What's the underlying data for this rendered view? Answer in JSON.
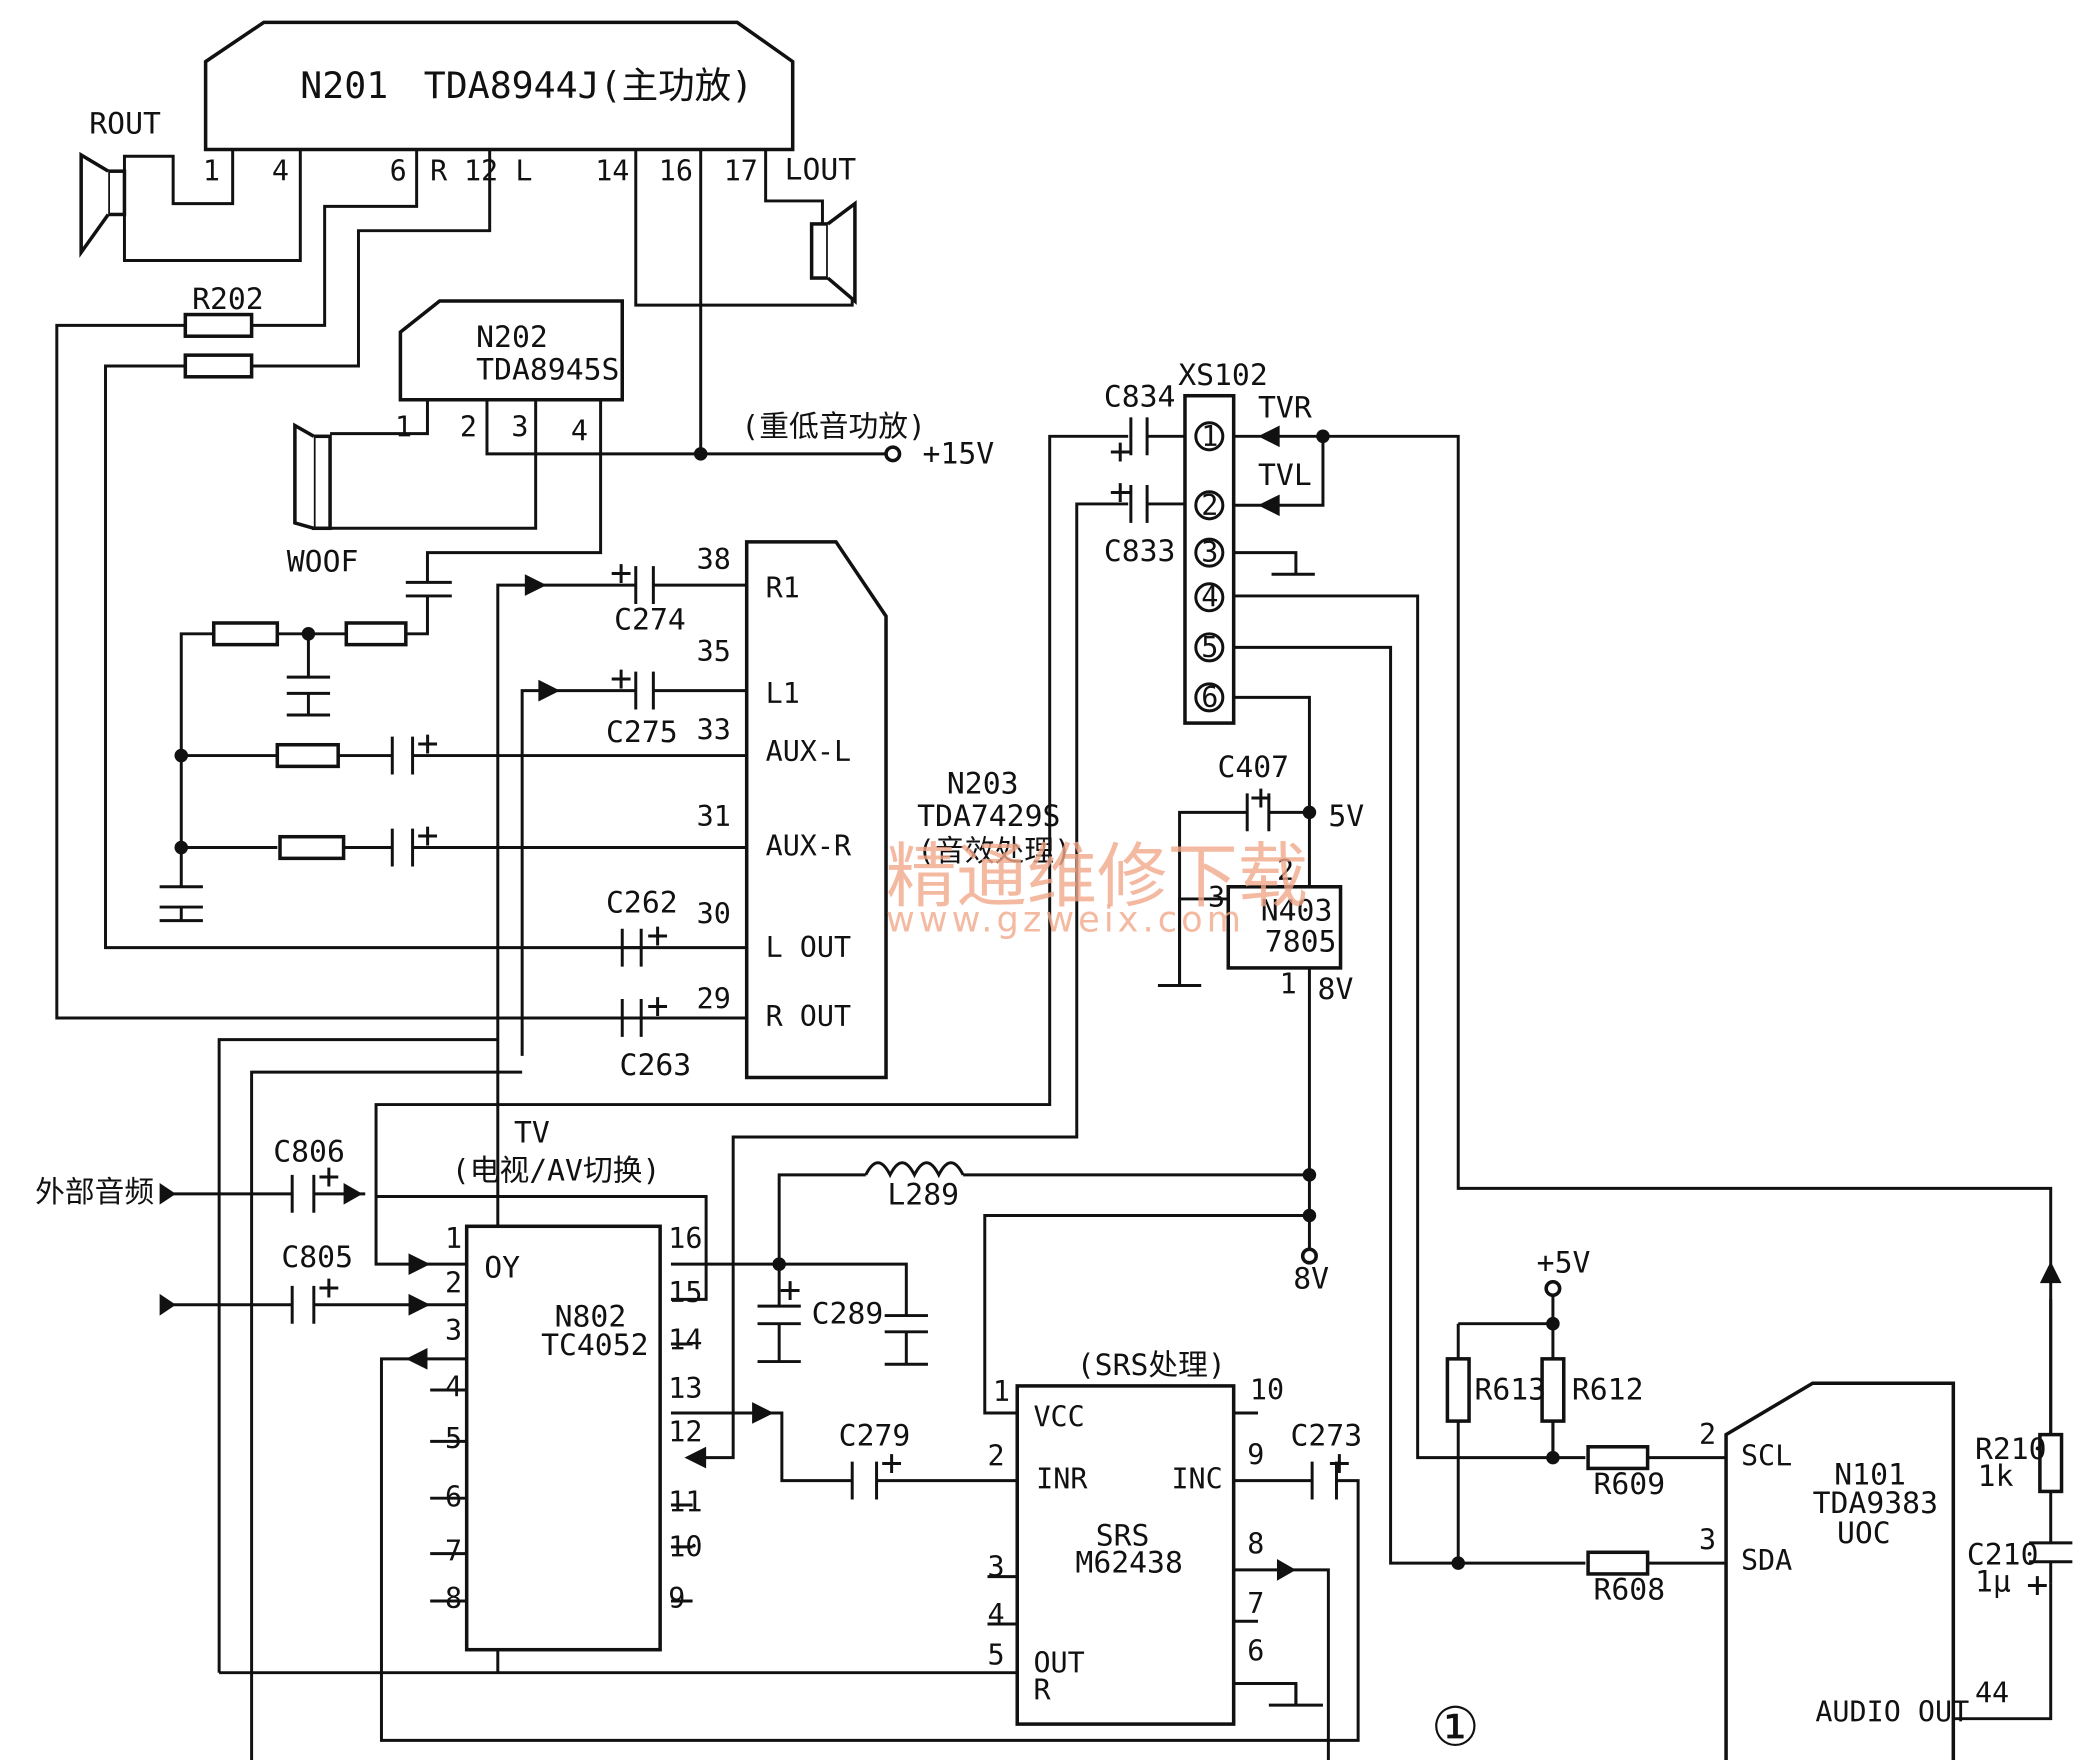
{
  "chips": {
    "n201": {
      "ref": "N201",
      "part": "TDA8944J",
      "desc": "(主功放)",
      "pins": [
        "1",
        "4",
        "6",
        "R",
        "12",
        "L",
        "14",
        "16",
        "17"
      ]
    },
    "n202": {
      "ref": "N202",
      "part": "TDA8945S",
      "pins": [
        "1",
        "2",
        "3",
        "4"
      ]
    },
    "n203": {
      "ref": "N203",
      "part": "TDA7429S",
      "desc": "(音效处理)",
      "pins": [
        {
          "num": "38",
          "label": "R1"
        },
        {
          "num": "35",
          "label": "L1"
        },
        {
          "num": "33",
          "label": "AUX-L"
        },
        {
          "num": "31",
          "label": "AUX-R"
        },
        {
          "num": "30",
          "label": "L OUT"
        },
        {
          "num": "29",
          "label": "R OUT"
        }
      ]
    },
    "n802": {
      "ref": "N802",
      "part": "TC4052",
      "pin_label": "OY",
      "left_pins": [
        "1",
        "2",
        "3",
        "4",
        "5",
        "6",
        "7",
        "8"
      ],
      "right_pins": [
        "16",
        "15",
        "14",
        "13",
        "12",
        "11",
        "10",
        "9"
      ]
    },
    "srs": {
      "ref": "SRS",
      "part": "M62438",
      "desc": "(SRS处理)",
      "labels": [
        "VCC",
        "INR",
        "INC",
        "OUT",
        "R"
      ],
      "pins": [
        "1",
        "2",
        "3",
        "4",
        "5",
        "10",
        "9",
        "8",
        "7",
        "6"
      ]
    },
    "n403": {
      "ref": "N403",
      "part": "7805",
      "pins": [
        "1",
        "2",
        "3"
      ]
    },
    "n101": {
      "ref": "N101",
      "part": "TDA9383",
      "desc": "UOC",
      "labels": [
        "SCL",
        "SDA",
        "AUDIO OUT"
      ],
      "pins": [
        "2",
        "3",
        "44"
      ]
    }
  },
  "connector": {
    "ref": "XS102",
    "pins": [
      "1",
      "2",
      "3",
      "4",
      "5",
      "6"
    ],
    "signals": [
      "TVR",
      "TVL"
    ]
  },
  "components": {
    "resistors": [
      "R202",
      "R613",
      "R612",
      "R609",
      "R608",
      "R210"
    ],
    "r210_value": "1k",
    "capacitors": [
      "C834",
      "C833",
      "C274",
      "C275",
      "C262",
      "C263",
      "C806",
      "C805",
      "C289",
      "C279",
      "C273",
      "C407",
      "C210"
    ],
    "c210_value": "1μ",
    "inductor": "L289"
  },
  "labels": {
    "rout": "ROUT",
    "lout": "LOUT",
    "woof": "WOOF",
    "sub_amp": "(重低音功放)",
    "plus15v": "+15V",
    "plus5v": "+5V",
    "v5": "5V",
    "v8": "8V",
    "tv": "TV",
    "tv_av": "(电视/AV切换)",
    "ext_audio": "外部音频",
    "figure_no": "①",
    "plus": "+"
  },
  "watermark": {
    "text": "精通维修下载",
    "url": "www.gzweix.com",
    "color": "#f2a88a"
  }
}
